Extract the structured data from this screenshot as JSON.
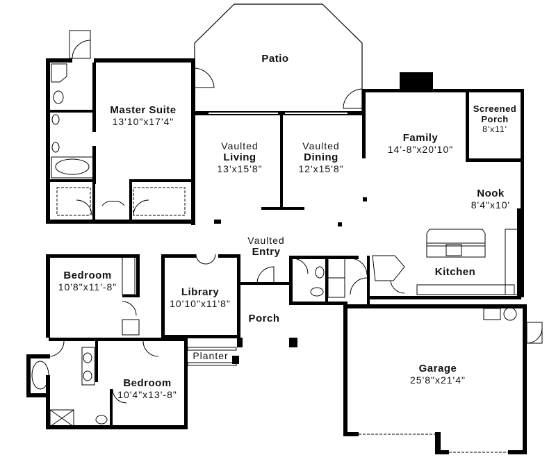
{
  "plan": {
    "rooms": [
      {
        "id": "patio",
        "prefix": "",
        "name": "Patio",
        "dims": ""
      },
      {
        "id": "master-suite",
        "prefix": "",
        "name": "Master Suite",
        "dims": "13'10\"x17'4\""
      },
      {
        "id": "vaulted-living",
        "prefix": "Vaulted",
        "name": "Living",
        "dims": "13'x15'8\""
      },
      {
        "id": "vaulted-dining",
        "prefix": "Vaulted",
        "name": "Dining",
        "dims": "12'x15'8\""
      },
      {
        "id": "family",
        "prefix": "",
        "name": "Family",
        "dims": "14'-8\"x20'10\""
      },
      {
        "id": "screened-porch",
        "prefix": "",
        "name": "Screened Porch",
        "dims": "8'x11'"
      },
      {
        "id": "nook",
        "prefix": "",
        "name": "Nook",
        "dims": "8'4\"x10'"
      },
      {
        "id": "kitchen",
        "prefix": "",
        "name": "Kitchen",
        "dims": ""
      },
      {
        "id": "vaulted-entry",
        "prefix": "Vaulted",
        "name": "Entry",
        "dims": ""
      },
      {
        "id": "bedroom-1",
        "prefix": "",
        "name": "Bedroom",
        "dims": "10'8\"x11'-8\""
      },
      {
        "id": "library",
        "prefix": "",
        "name": "Library",
        "dims": "10'10\"x11'8\""
      },
      {
        "id": "porch",
        "prefix": "",
        "name": "Porch",
        "dims": ""
      },
      {
        "id": "bedroom-2",
        "prefix": "",
        "name": "Bedroom",
        "dims": "10'4\"x13'-8\""
      },
      {
        "id": "garage",
        "prefix": "",
        "name": "Garage",
        "dims": "25'8\"x21'4\""
      }
    ],
    "labels": {
      "planter": "Planter",
      "screened_line1": "Screened",
      "screened_line2": "Porch"
    }
  }
}
